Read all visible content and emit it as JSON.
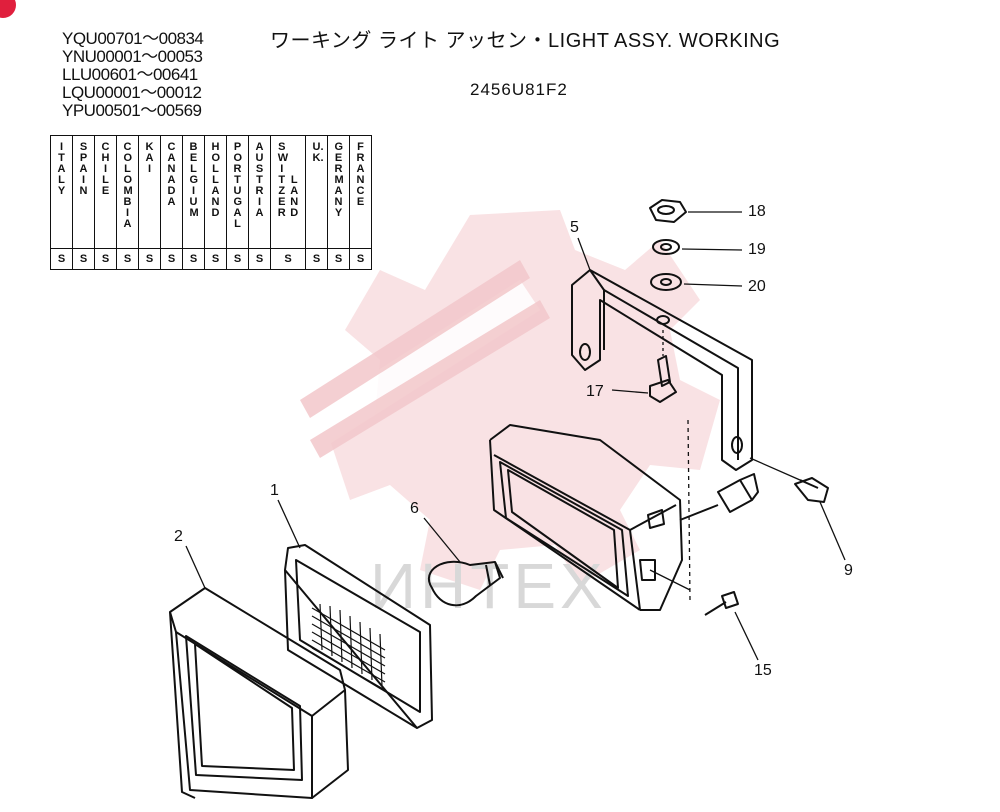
{
  "serials": [
    "YQU00701～00834",
    "YNU00001～00053",
    "LLU00601～00641",
    "LQU00001～00012",
    "YPU00501～00569"
  ],
  "title": "ワーキング ライト アッセン・LIGHT ASSY. WORKING",
  "code": "2456U81F2",
  "countries": [
    "ITALY",
    "SPAIN",
    "CHILE",
    "COLOMBIA",
    "KAI",
    "CANADA",
    "BELGIUM",
    "HOLLAND",
    "PORTUGAL",
    "AUSTRIA",
    "SWITZER",
    "LAND",
    "U.K.",
    "GERMANY",
    "FRANCE"
  ],
  "marks": [
    "S",
    "S",
    "S",
    "S",
    "S",
    "S",
    "S",
    "S",
    "S",
    "S",
    "S",
    "S",
    "S",
    "S"
  ],
  "callouts": {
    "c1": "1",
    "c2": "2",
    "c5": "5",
    "c6": "6",
    "c9": "9",
    "c15": "15",
    "c17": "17",
    "c18": "18",
    "c19": "19",
    "c20": "20"
  },
  "watermark": "ИНТЕХ",
  "colors": {
    "line": "#111111",
    "watermark": "#f2c4c8",
    "accent": "#e01f3d"
  }
}
